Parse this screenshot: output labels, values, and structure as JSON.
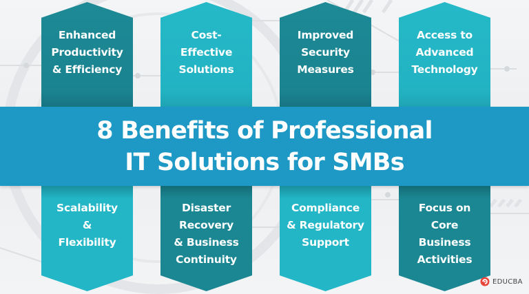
{
  "title": {
    "line1": "8 Benefits of Professional",
    "line2": "IT Solutions for SMBs"
  },
  "colors": {
    "band": "#1e98c4",
    "card_dark": "#1b8793",
    "card_light": "#22b6c6",
    "text": "#ffffff",
    "background": "#f0f1f3"
  },
  "benefits_top": [
    {
      "lines": [
        "Enhanced",
        "Productivity",
        "& Efficiency"
      ],
      "style": "dark"
    },
    {
      "lines": [
        "Cost-",
        "Effective",
        "Solutions"
      ],
      "style": "light"
    },
    {
      "lines": [
        "Improved",
        "Security",
        "Measures"
      ],
      "style": "dark"
    },
    {
      "lines": [
        "Access to",
        "Advanced",
        "Technology"
      ],
      "style": "light"
    }
  ],
  "benefits_bottom": [
    {
      "lines": [
        "Scalability",
        "&",
        "Flexibility"
      ],
      "style": "light"
    },
    {
      "lines": [
        "Disaster",
        "Recovery",
        "& Business",
        "Continuity"
      ],
      "style": "dark"
    },
    {
      "lines": [
        "Compliance",
        "& Regulatory",
        "Support"
      ],
      "style": "light"
    },
    {
      "lines": [
        "Focus on",
        "Core",
        "Business",
        "Activities"
      ],
      "style": "dark"
    }
  ],
  "logo": {
    "icon": "educba-logo-icon",
    "name": "EDUCBA"
  }
}
